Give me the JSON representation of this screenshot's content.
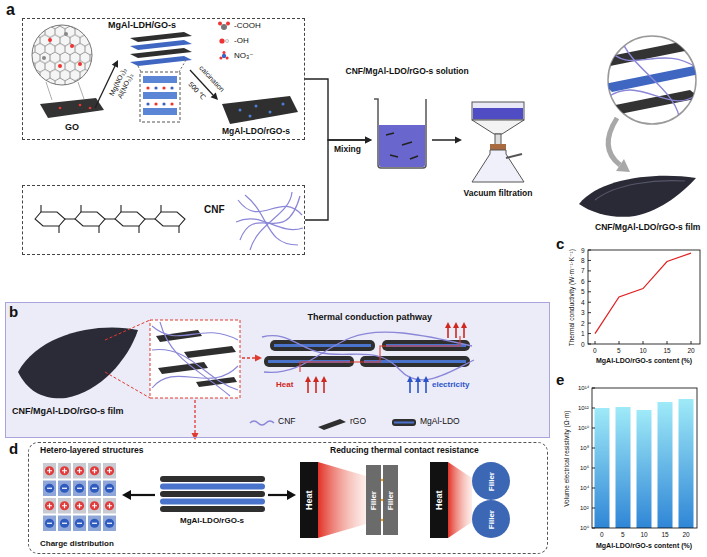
{
  "diagram": {
    "nodes": [
      {
        "text": [
          "MgAl-LDH/GO-s",
          "GO",
          "Mg(NO₃)₂",
          "Al(NO₃)₃",
          "calcination",
          "500 ℃",
          "MgAl-LDO/rGO-s"
        ]
      },
      {
        "text": [
          "CNF"
        ]
      },
      {
        "text": [
          "CNF/MgAl-LDO/rGO-s solution"
        ]
      },
      {
        "text": [
          "Vacuum filtration"
        ]
      },
      {
        "text": [
          "CNF/MgAl-LDO/rGO-s film"
        ]
      },
      {
        "text": [
          "CNF/MgAl-LDO/rGO-s film",
          "Thermal conduction pathway",
          "Heat",
          "electricity"
        ]
      },
      {
        "text": [
          "Hetero-layered structures",
          "Reducing thermal contact resistance",
          "MgAl-LDO/rGO-s",
          "Charge distribution"
        ]
      },
      {
        "text": [
          "Heat"
        ],
        "in": 6
      },
      {
        "text": [
          "Filler"
        ],
        "in": 6
      },
      {
        "text": [
          "Filler"
        ],
        "in": 6
      },
      {
        "text": [
          "Heat"
        ],
        "in": 6
      },
      {
        "text": [
          "Filler"
        ],
        "in": 6
      },
      {
        "text": [
          "Filler"
        ],
        "in": 6
      }
    ],
    "edges": [
      {
        "from": 0,
        "to": 2,
        "label": "Mixing",
        "arrow": "to"
      },
      {
        "from": 1,
        "to": 2,
        "arrow": "to"
      },
      {
        "from": 2,
        "to": 3,
        "arrow": "to"
      }
    ],
    "labels": [
      "a",
      "b",
      "c",
      "Thermal conductivity (W·m⁻¹·K⁻¹)",
      "0",
      "1",
      "2",
      "3",
      "4",
      "5",
      "6",
      "7",
      "8",
      "9",
      "0",
      "5",
      "10",
      "15",
      "20",
      "MgAl-LDO/rGO-s content (%)",
      "d",
      "e",
      "Volume electrical resistivity (Ω·m)",
      "10⁰",
      "10²",
      "10⁴",
      "10⁶",
      "10⁸",
      "10¹⁰",
      "10¹²",
      "10¹⁴",
      "0",
      "5",
      "10",
      "15",
      "20",
      "MgAl-LDO/rGO-s content (%)"
    ],
    "legend": [
      {
        "text": "-COOH"
      },
      {
        "text": "-OH"
      },
      {
        "text": "NO₃⁻"
      },
      {
        "text": "CNF"
      },
      {
        "text": "rGO"
      },
      {
        "text": "MgAl-LDO"
      }
    ]
  }
}
